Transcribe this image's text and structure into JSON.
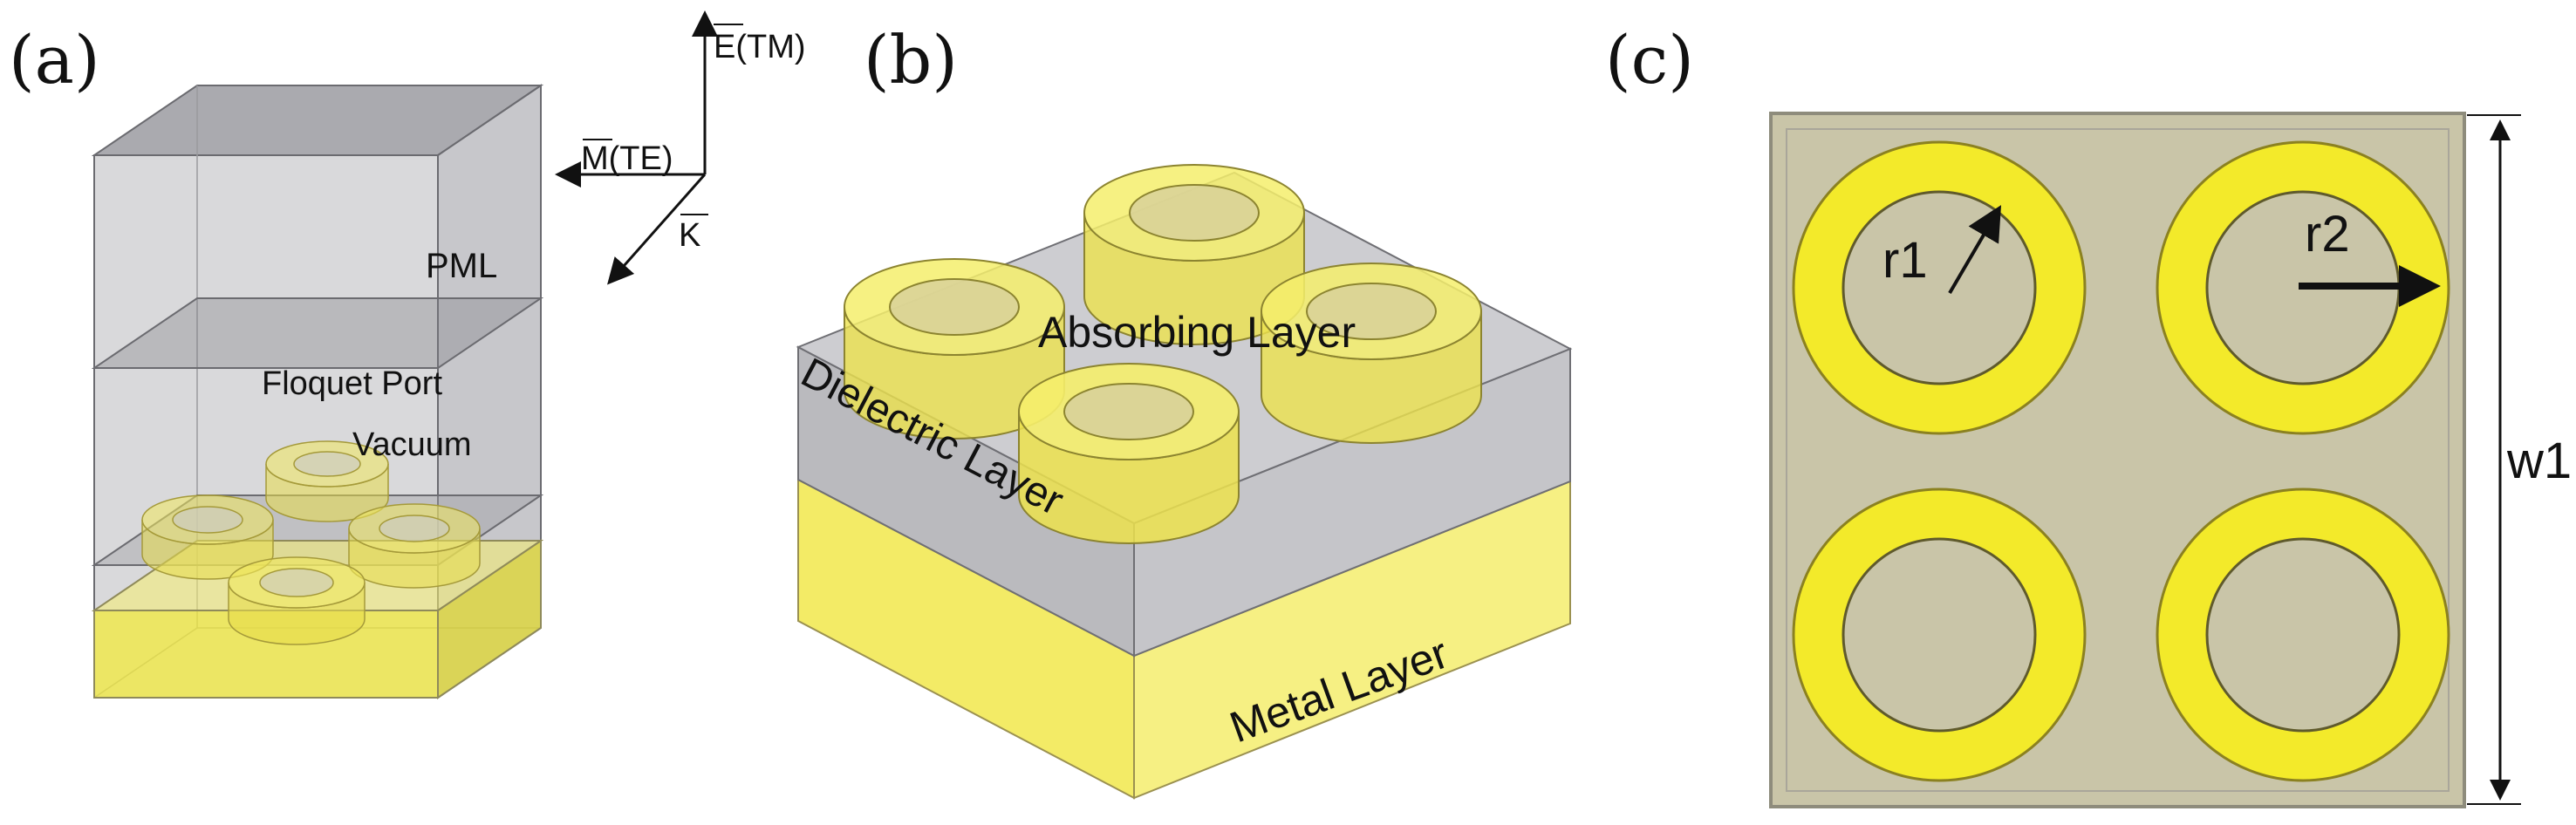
{
  "panels": {
    "a": {
      "label": "(a)",
      "pml": "PML",
      "port": "Floquet Port",
      "vacuum": "Vacuum",
      "axis_e": "E(TM)",
      "axis_m": "M(TE)",
      "axis_k": "K"
    },
    "b": {
      "label": "(b)",
      "absorbing": "Absorbing Layer",
      "dielectric": "Dielectric Layer",
      "metal": "Metal Layer"
    },
    "c": {
      "label": "(c)",
      "r1": "r1",
      "r2": "r2",
      "w1": "w1"
    }
  },
  "colors": {
    "gold": "#f4ec2c",
    "gold_dark": "#c9b900",
    "glass": "#9a9aa0",
    "substrate": "#c9c5a8"
  }
}
